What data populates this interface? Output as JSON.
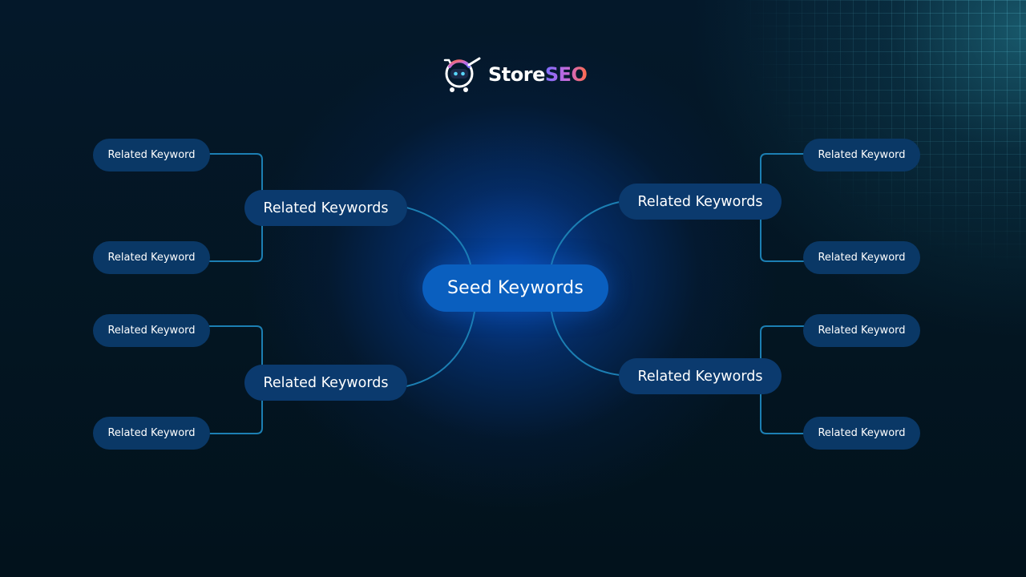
{
  "brand": {
    "name_part1": "Store",
    "name_part2": "SEO",
    "logo_icon": "robot-shopping-cart-icon"
  },
  "colors": {
    "background": "#031420",
    "seed_node": "#0a5fbf",
    "branch_node": "#0b3a6e",
    "leaf_node": "#0a3866",
    "connector": "#1c7fb3",
    "seo_gradient": [
      "#7b6cff",
      "#c86ad8",
      "#ff6b4a"
    ]
  },
  "mindmap": {
    "seed": "Seed Keywords",
    "branches": [
      {
        "label": "Related Keywords",
        "leaves": [
          "Related Keyword",
          "Related Keyword"
        ]
      },
      {
        "label": "Related Keywords",
        "leaves": [
          "Related Keyword",
          "Related Keyword"
        ]
      },
      {
        "label": "Related Keywords",
        "leaves": [
          "Related Keyword",
          "Related Keyword"
        ]
      },
      {
        "label": "Related Keywords",
        "leaves": [
          "Related Keyword",
          "Related Keyword"
        ]
      }
    ]
  }
}
